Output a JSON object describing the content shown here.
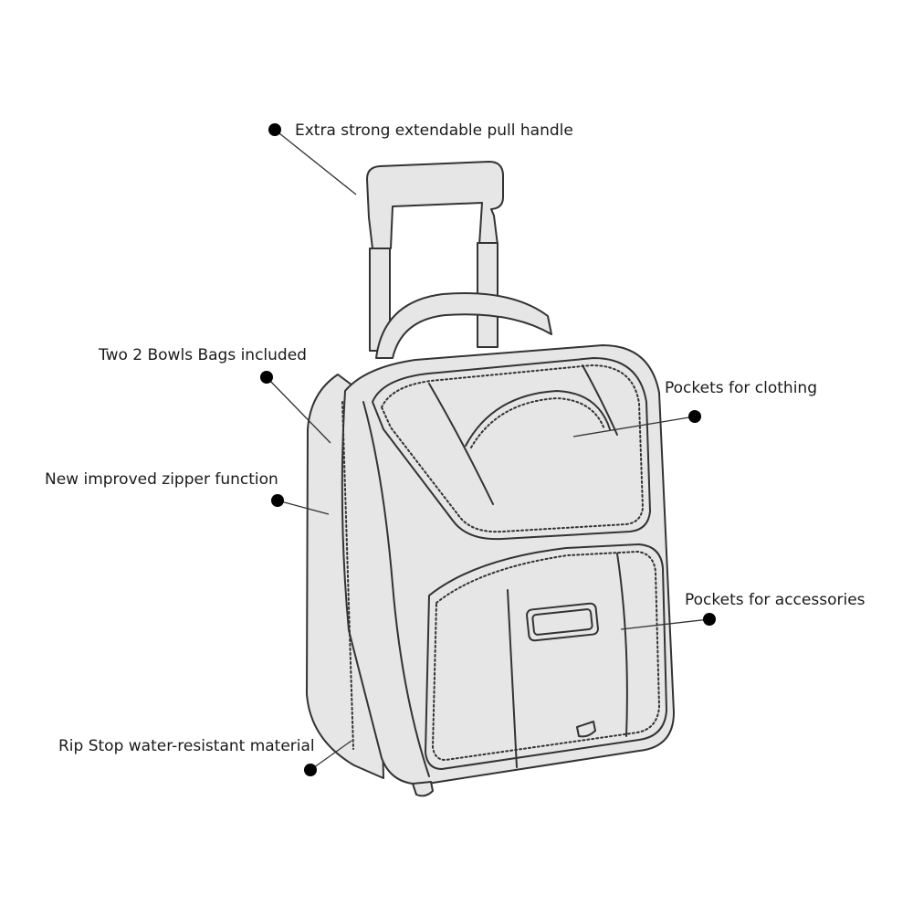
{
  "callouts": {
    "pull_handle": "Extra strong extendable pull handle",
    "bowls_bags": "Two 2 Bowls Bags included",
    "zipper": "New improved zipper function",
    "clothing_pockets": "Pockets for clothing",
    "accessory_pockets": "Pockets for accessories",
    "rip_stop": "Rip Stop water-resistant material"
  },
  "colors": {
    "outline": "#333333",
    "fill": "#e6e6e6",
    "background": "#ffffff",
    "dot": "#000000"
  }
}
